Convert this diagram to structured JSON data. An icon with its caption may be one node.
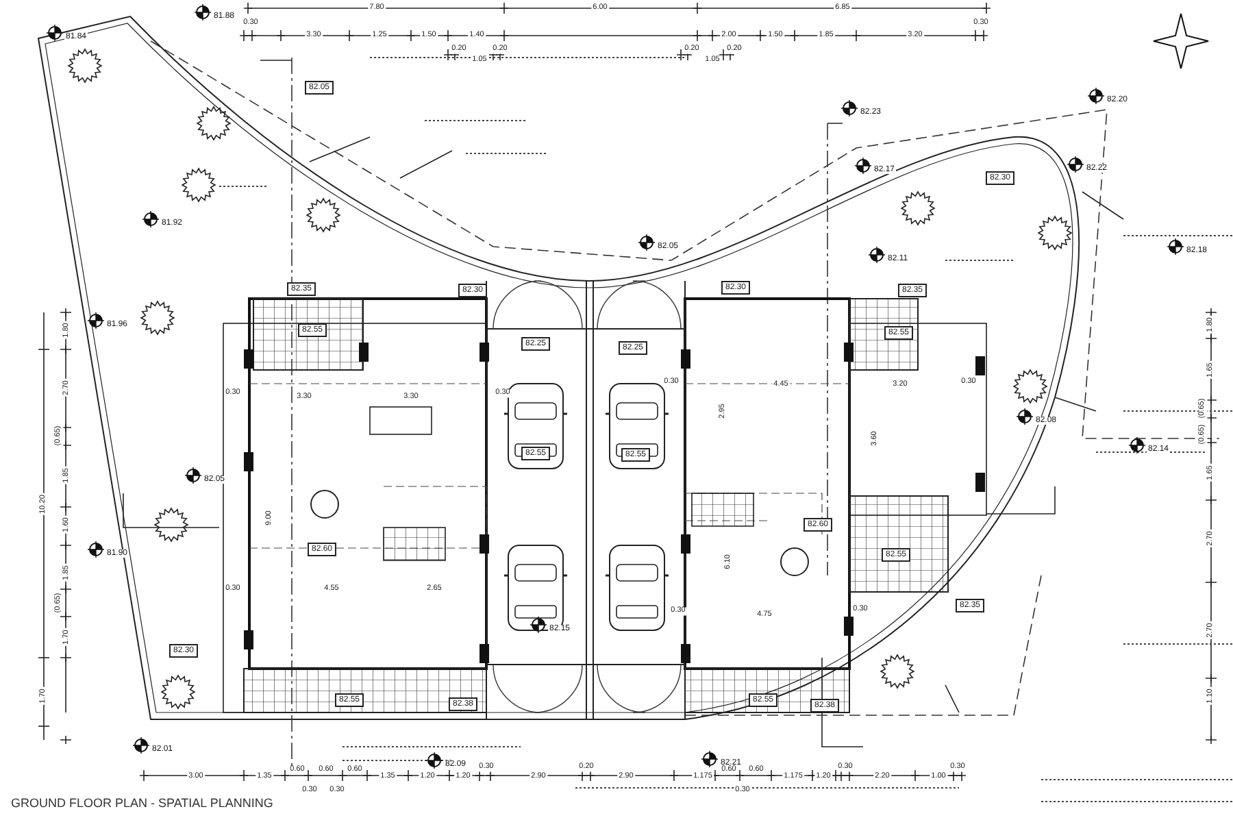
{
  "diagram": {
    "title": "GROUND FLOOR PLAN - SPATIAL PLANNING",
    "labels": [
      "81.84",
      "81.88",
      "82.23",
      "82.20",
      "82.17",
      "82.22",
      "81.92",
      "82.05",
      "82.11",
      "82.18",
      "81.96",
      "82.05",
      "82.08",
      "82.14",
      "81.90",
      "82.15",
      "82.01",
      "82.09",
      "82.21",
      "82.05",
      "82.30",
      "82.35",
      "82.30",
      "82.30",
      "82.35",
      "82.55",
      "82.25",
      "82.25",
      "82.55",
      "82.55",
      "82.55",
      "82.60",
      "82.60",
      "82.55",
      "82.35",
      "82.30",
      "82.55",
      "82.38",
      "82.55",
      "82.38",
      "7.80",
      "6.00",
      "6.85",
      "0.30",
      "3.30",
      "1.25",
      "1.50",
      "1.40",
      "2.00",
      "1.50",
      "1.85",
      "3.20",
      "0.30",
      "0.20",
      "0.20",
      "1.05",
      "0.20",
      "0.20",
      "1.05",
      "3.00",
      "1.35",
      "0.60",
      "0.60",
      "0.60",
      "1.35",
      "1.20",
      "1.20",
      "0.30",
      "2.90",
      "0.20",
      "2.90",
      "1.175",
      "0.60",
      "0.60",
      "1.175",
      "1.20",
      "0.30",
      "2.20",
      "1.00",
      "0.30",
      "0.30",
      "0.30",
      "0.30",
      "1.80",
      "2.70",
      "(0.65)",
      "1.85",
      "1.60",
      "1.85",
      "(0.65)",
      "1.70",
      "10.20",
      "1.70",
      "1.80",
      "1.65",
      "(0.65)",
      "(0.65)",
      "1.65",
      "2.70",
      "2.70",
      "1.10",
      "0.30",
      "3.30",
      "3.30",
      "0.30",
      "9.00",
      "0.30",
      "4.55",
      "2.65",
      "0.30",
      "4.45",
      "3.20",
      "0.30",
      "2.95",
      "3.60",
      "6.10",
      "0.30",
      "4.75",
      "0.30"
    ]
  }
}
